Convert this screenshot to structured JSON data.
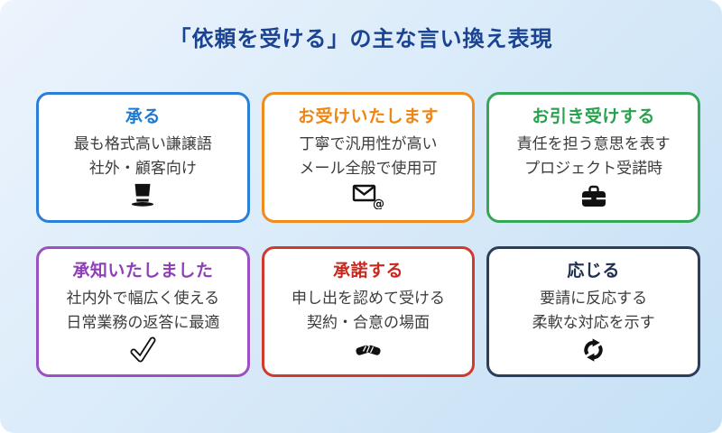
{
  "page": {
    "title": "「依頼を受ける」の主な言い換え表現",
    "title_color": "#1a4392",
    "background_top": "#ecf4fd",
    "background_bottom": "#c5e0f5"
  },
  "cards": [
    {
      "title": "承る",
      "title_color": "#1d7ad4",
      "border_color": "#2a80d8",
      "lines": [
        "最も格式高い謙譲語",
        "社外・顧客向け"
      ],
      "icon": "top-hat-icon"
    },
    {
      "title": "お受けいたします",
      "title_color": "#ee8515",
      "border_color": "#f08c1e",
      "lines": [
        "丁寧で汎用性が高い",
        "メール全般で使用可"
      ],
      "icon": "envelope-at-icon"
    },
    {
      "title": "お引き受けする",
      "title_color": "#2ba150",
      "border_color": "#35a857",
      "lines": [
        "責任を担う意思を表す",
        "プロジェクト受諾時"
      ],
      "icon": "briefcase-icon"
    },
    {
      "title": "承知いたしました",
      "title_color": "#8f3fba",
      "border_color": "#9b51c1",
      "lines": [
        "社内外で幅広く使える",
        "日常業務の返答に最適"
      ],
      "icon": "check-icon"
    },
    {
      "title": "承諾する",
      "title_color": "#c8281e",
      "border_color": "#d03a2d",
      "lines": [
        "申し出を認めて受ける",
        "契約・合意の場面"
      ],
      "icon": "handshake-icon"
    },
    {
      "title": "応じる",
      "title_color": "#1e2f4f",
      "border_color": "#2c3d5c",
      "lines": [
        "要請に反応する",
        "柔軟な対応を示す"
      ],
      "icon": "cycle-arrows-icon"
    }
  ]
}
